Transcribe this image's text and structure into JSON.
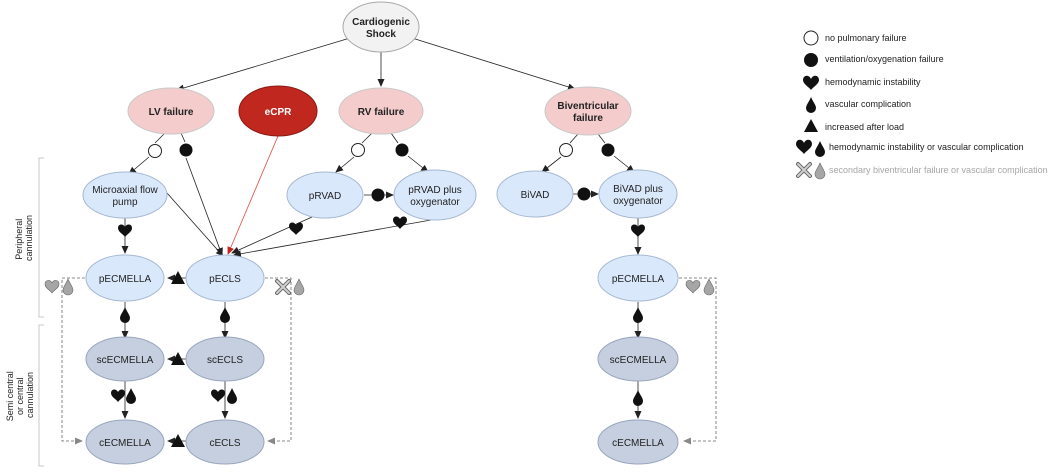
{
  "nodes": {
    "shock": [
      "Cardiogenic",
      "Shock"
    ],
    "lv_failure": "LV failure",
    "ecpr": "eCPR",
    "rv_failure": "RV failure",
    "biv_failure": [
      "Biventricular",
      "failure"
    ],
    "microaxial": [
      "Microaxial flow",
      "pump"
    ],
    "pecls": "pECLS",
    "prvad": "pRVAD",
    "prvad_oxy": [
      "pRVAD plus",
      "oxygenator"
    ],
    "bivad": "BiVAD",
    "bivad_oxy": [
      "BiVAD plus",
      "oxygenator"
    ],
    "pecmella_left": "pECMELLA",
    "pecmella_right": "pECMELLA",
    "scecmella_left": "scECMELLA",
    "scecls": "scECLS",
    "scecmella_right": "scECMELLA",
    "cecmella_left": "cECMELLA",
    "cecls": "cECLS",
    "cecmella_right": "cECMELLA"
  },
  "side_labels": {
    "peripheral": [
      "Peripheral",
      "cannulation"
    ],
    "central": [
      "Semi central",
      "or central",
      "cannulation"
    ]
  },
  "legend": [
    {
      "icon": "open-circle-icon",
      "text": "no pulmonary failure"
    },
    {
      "icon": "filled-circle-icon",
      "text": "ventilation/oxygenation failure"
    },
    {
      "icon": "heart-icon",
      "text": "hemodynamic instability"
    },
    {
      "icon": "drop-icon",
      "text": "vascular complication"
    },
    {
      "icon": "triangle-icon",
      "text": "increased after load"
    },
    {
      "icon": "heart-drop-icon",
      "text": "hemodynamic instability or vascular complication"
    },
    {
      "icon": "grey-x-drop-icon",
      "text": "secondary biventricular failure or vascular complication"
    }
  ],
  "colors": {
    "pink": "#f4cccc",
    "red": "#c0281f",
    "light_blue": "#dae8fc",
    "blue_grey": "#c5cfdf",
    "grey_node": "#f2f2f2",
    "stroke": "#a9a9a9",
    "grey_icon": "#a6a6a6",
    "ecpr_arrow": "#e05a4e"
  }
}
